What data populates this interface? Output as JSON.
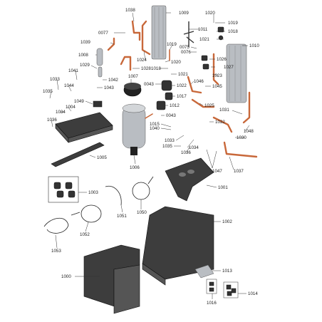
{
  "parts": {
    "p1038": "1038",
    "p1009": "1009",
    "p1020a": "1020",
    "p1019": "1019",
    "p0077": "0077",
    "p1011": "1011",
    "p1018a": "1018",
    "p1039": "1039",
    "p1021a": "1021",
    "p1010": "1010",
    "p0075": "0075",
    "p0076": "0076",
    "p1026": "1026",
    "p1008": "1008",
    "p1024": "1024",
    "p1019b": "1019",
    "p1020b": "1020",
    "p1027": "1027",
    "p1029": "1029",
    "p1028": "1028",
    "p1018b": "1018",
    "p1041": "1041",
    "p1021b": "1021",
    "p1023": "1023",
    "p1007": "1007",
    "p1033a": "1033",
    "p1042": "1042",
    "p1043": "1043",
    "p1044": "1044",
    "p0043a": "0043",
    "p1022": "1022",
    "p1046": "1046",
    "p1045": "1045",
    "p1035a": "1035",
    "p1017": "1017",
    "p1049": "1049",
    "p1004": "1004",
    "p1012": "1012",
    "p1025": "1025",
    "p1034a": "1034",
    "p1031": "1031",
    "p0043b": "0043",
    "p1036a": "1036",
    "p1032": "1032",
    "p1048": "1048",
    "p1015": "1015",
    "p1040": "1040",
    "p1030": "1030",
    "p1033b": "1033",
    "p1034b": "1034",
    "p1035b": "1035",
    "p1036b": "1036",
    "p1005": "1005",
    "p1006": "1006",
    "p1047": "1047",
    "p1037": "1037",
    "p1001": "1001",
    "p1003": "1003",
    "p1051": "1051",
    "p1050": "1050",
    "p1002": "1002",
    "p1052": "1052",
    "p1053": "1053",
    "p1000": "1000",
    "p1013": "1013",
    "p1016": "1016",
    "p1014": "1014"
  },
  "colors": {
    "copper": "#c8683a",
    "sheet_metal": "#3d3d3d",
    "steel": "#b9bdc2",
    "background": "#ffffff"
  }
}
